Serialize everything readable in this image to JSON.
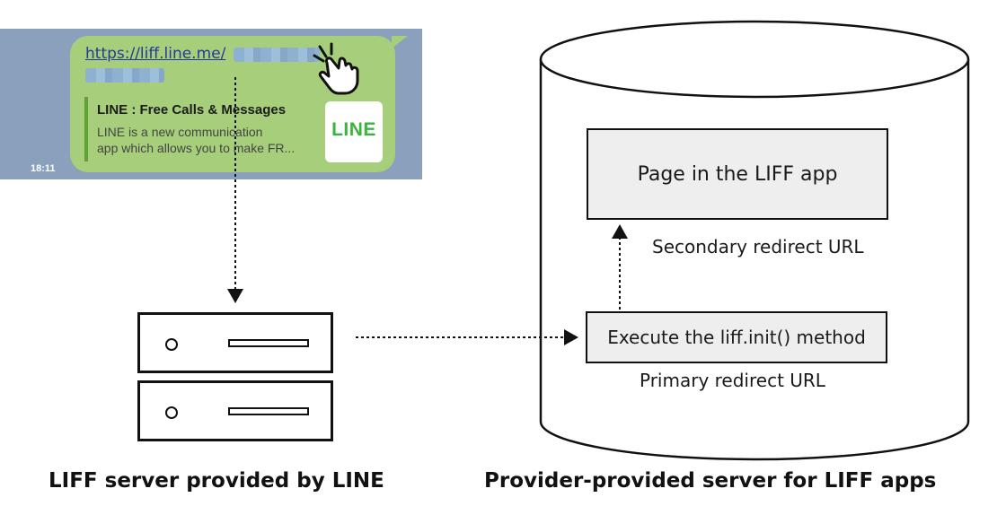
{
  "chat": {
    "url_text": "https://liff.line.me/",
    "preview_title": "LINE : Free Calls & Messages",
    "preview_desc_line1": "LINE is a new communication",
    "preview_desc_line2": "app which allows you to make FR...",
    "logo_text": "LINE",
    "time": "18:11"
  },
  "diagram": {
    "page_box": "Page in the LIFF app",
    "exec_box": "Execute the liff.init() method",
    "secondary_label": "Secondary redirect URL",
    "primary_label": "Primary redirect URL",
    "left_caption": "LIFF server provided by LINE",
    "right_caption": "Provider-provided server for LIFF apps"
  },
  "colors": {
    "chat_background": "#8aa0bd",
    "bubble": "#a7cf7b",
    "link": "#23399c",
    "line_green": "#3bb33e",
    "box_fill": "#eeeeee"
  },
  "icons": [
    "pointing-hand-icon",
    "line-logo-icon",
    "server-icon",
    "database-cylinder"
  ]
}
